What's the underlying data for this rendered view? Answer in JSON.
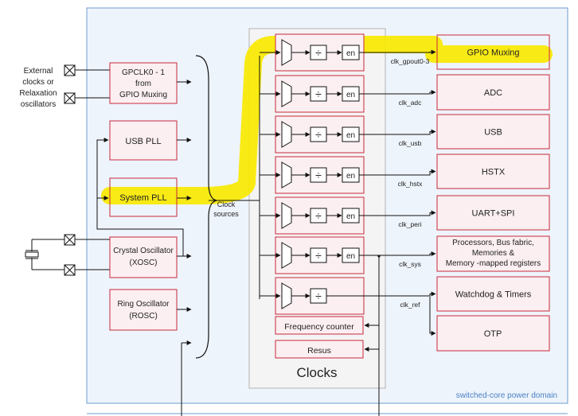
{
  "colors": {
    "domain_fill": "#eef4fb",
    "domain_stroke": "#6d9dd0",
    "clocks_fill": "#f4f4f4",
    "clocks_stroke": "#b4b4b4",
    "box_stroke": "#c8283c",
    "line": "#111111",
    "highlight": "#f8e800",
    "domain_label": "#4a80c6"
  },
  "external_input": {
    "label_line1": "External",
    "label_line2": "clocks or",
    "label_line3": "Relaxation",
    "label_line4": "oscillators"
  },
  "sources": {
    "gpclk": {
      "line1": "GPCLK0 - 1",
      "line2": "from",
      "line3": "GPIO Muxing"
    },
    "usb_pll": "USB PLL",
    "sys_pll": "System PLL",
    "xosc": {
      "line1": "Crystal Oscillator",
      "line2": "(XOSC)"
    },
    "rosc": {
      "line1": "Ring Oscillator",
      "line2": "(ROSC)"
    }
  },
  "clock_sources_label": {
    "line1": "Clock",
    "line2": "sources"
  },
  "clocks_block": {
    "title": "Clocks",
    "divider_symbol": "÷",
    "enable_label": "en",
    "frequency_counter": "Frequency counter",
    "resus": "Resus"
  },
  "outputs": [
    {
      "signal": "clk_gpout0-3",
      "dest": "GPIO Muxing"
    },
    {
      "signal": "clk_adc",
      "dest": "ADC"
    },
    {
      "signal": "clk_usb",
      "dest": "USB"
    },
    {
      "signal": "clk_hstx",
      "dest": "HSTX"
    },
    {
      "signal": "clk_peri",
      "dest": "UART+SPI"
    },
    {
      "signal": "clk_sys",
      "dest_line1": "Processors, Bus fabric,",
      "dest_line2": "Memories &",
      "dest_line3": "Memory -mapped registers"
    },
    {
      "signal": "clk_ref",
      "dest": "Watchdog & Timers"
    }
  ],
  "otp": "OTP",
  "power_domain_label": "switched-core power domain"
}
